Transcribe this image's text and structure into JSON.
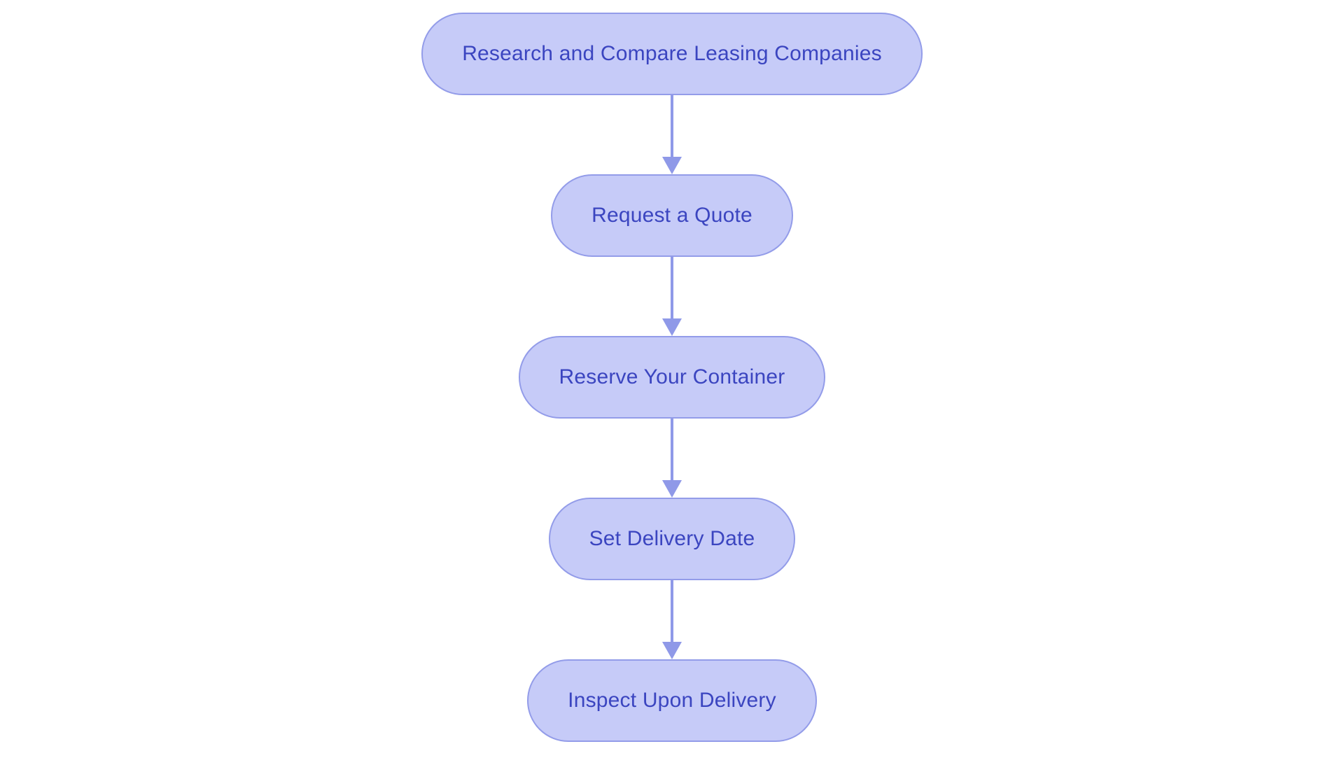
{
  "diagram": {
    "type": "flowchart",
    "direction": "top-down",
    "nodes": [
      {
        "label": "Research and Compare Leasing Companies"
      },
      {
        "label": "Request a Quote"
      },
      {
        "label": "Reserve Your Container"
      },
      {
        "label": "Set Delivery Date"
      },
      {
        "label": "Inspect Upon Delivery"
      }
    ],
    "connectors": [
      {
        "from": 0,
        "to": 1,
        "style": "arrow-down"
      },
      {
        "from": 1,
        "to": 2,
        "style": "arrow-down"
      },
      {
        "from": 2,
        "to": 3,
        "style": "arrow-down"
      },
      {
        "from": 3,
        "to": 4,
        "style": "arrow-down"
      }
    ],
    "colors": {
      "node_fill": "#c6cbf8",
      "node_border": "#939ce9",
      "arrow": "#8f99e8",
      "text": "#3b45c0",
      "background": "#ffffff"
    }
  }
}
